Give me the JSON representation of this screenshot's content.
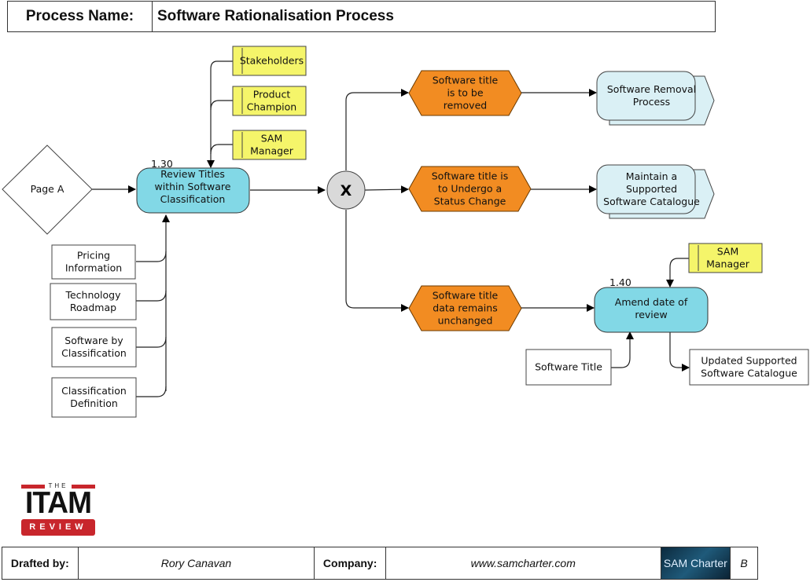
{
  "header": {
    "label": "Process Name:",
    "value": "Software Rationalisation Process"
  },
  "diagram": {
    "start": {
      "label": "Page A"
    },
    "activity_1": {
      "id": "1.30",
      "lines": [
        "Review Titles",
        "within Software",
        "Classification"
      ]
    },
    "roles_1": [
      {
        "lines": [
          "Stakeholders"
        ]
      },
      {
        "lines": [
          "Product",
          "Champion"
        ]
      },
      {
        "lines": [
          "SAM",
          "Manager"
        ]
      }
    ],
    "inputs_1": [
      {
        "lines": [
          "Pricing",
          "Information"
        ]
      },
      {
        "lines": [
          "Technology",
          "Roadmap"
        ]
      },
      {
        "lines": [
          "Software by",
          "Classification"
        ]
      },
      {
        "lines": [
          "Classification",
          "Definition"
        ]
      }
    ],
    "gateway": {
      "label": "X"
    },
    "events": [
      {
        "lines": [
          "Software title",
          "is to be",
          "removed"
        ]
      },
      {
        "lines": [
          "Software title is",
          "to Undergo a",
          "Status Change"
        ]
      },
      {
        "lines": [
          "Software title",
          "data remains",
          "unchanged"
        ]
      }
    ],
    "subprocesses": [
      {
        "lines": [
          "Software Removal",
          "Process"
        ]
      },
      {
        "lines": [
          "Maintain a",
          "Supported",
          "Software Catalogue"
        ]
      }
    ],
    "activity_2": {
      "id": "1.40",
      "lines": [
        "Amend date of",
        "review"
      ]
    },
    "role_2": {
      "lines": [
        "SAM",
        "Manager"
      ]
    },
    "input_2": {
      "lines": [
        "Software Title"
      ]
    },
    "output_2": {
      "lines": [
        "Updated Supported",
        "Software Catalogue"
      ]
    },
    "colors": {
      "activity": "#82d8e6",
      "event": "#f28c22",
      "role": "#f5f56a",
      "subprocess": "#daf0f5",
      "gateway": "#d9d9d9"
    }
  },
  "logo": {
    "top": "THE",
    "main": "ITAM",
    "bottom": "REVIEW"
  },
  "footer": {
    "drafted_label": "Drafted by:",
    "drafted_value": "Rory Canavan",
    "company_label": "Company:",
    "company_value": "www.samcharter.com",
    "brand": "SAM Charter",
    "version": "B"
  }
}
